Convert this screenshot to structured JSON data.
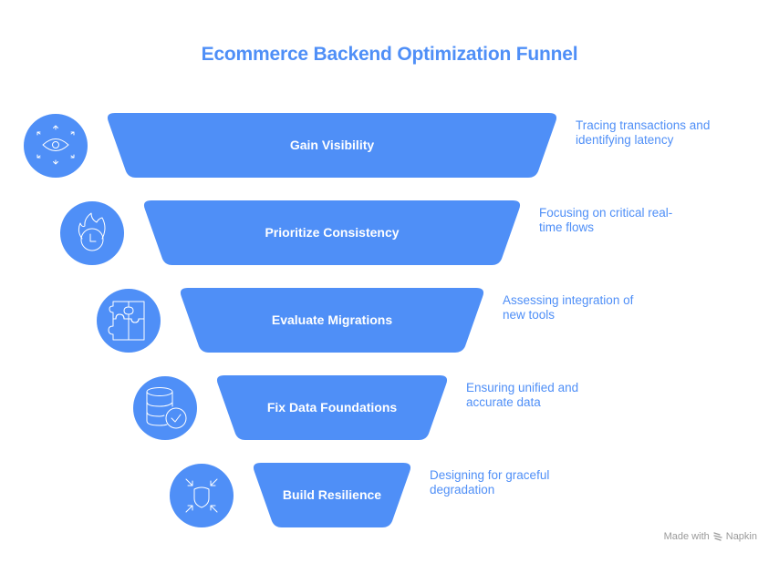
{
  "title": "Ecommerce Backend Optimization Funnel",
  "accent_color": "#4f8ff7",
  "stages": [
    {
      "label": "Gain Visibility",
      "description": "Tracing transactions and identifying latency",
      "desc_lines": [
        "Tracing transactions and",
        "identifying latency"
      ],
      "icon": "eye-expand-icon"
    },
    {
      "label": "Prioritize Consistency",
      "description": "Focusing on critical real-time flows",
      "desc_lines": [
        "Focusing on critical real-",
        "time flows"
      ],
      "icon": "flame-clock-icon"
    },
    {
      "label": "Evaluate Migrations",
      "description": "Assessing integration of new tools",
      "desc_lines": [
        "Assessing integration of",
        "new tools"
      ],
      "icon": "puzzle-icon"
    },
    {
      "label": "Fix Data Foundations",
      "description": "Ensuring unified and accurate data",
      "desc_lines": [
        "Ensuring unified and",
        "accurate data"
      ],
      "icon": "database-check-icon"
    },
    {
      "label": "Build Resilience",
      "description": "Designing for graceful degradation",
      "desc_lines": [
        "Designing for graceful",
        "degradation"
      ],
      "icon": "shield-arrows-icon"
    }
  ],
  "footer": {
    "prefix": "Made with",
    "brand": "Napkin"
  }
}
